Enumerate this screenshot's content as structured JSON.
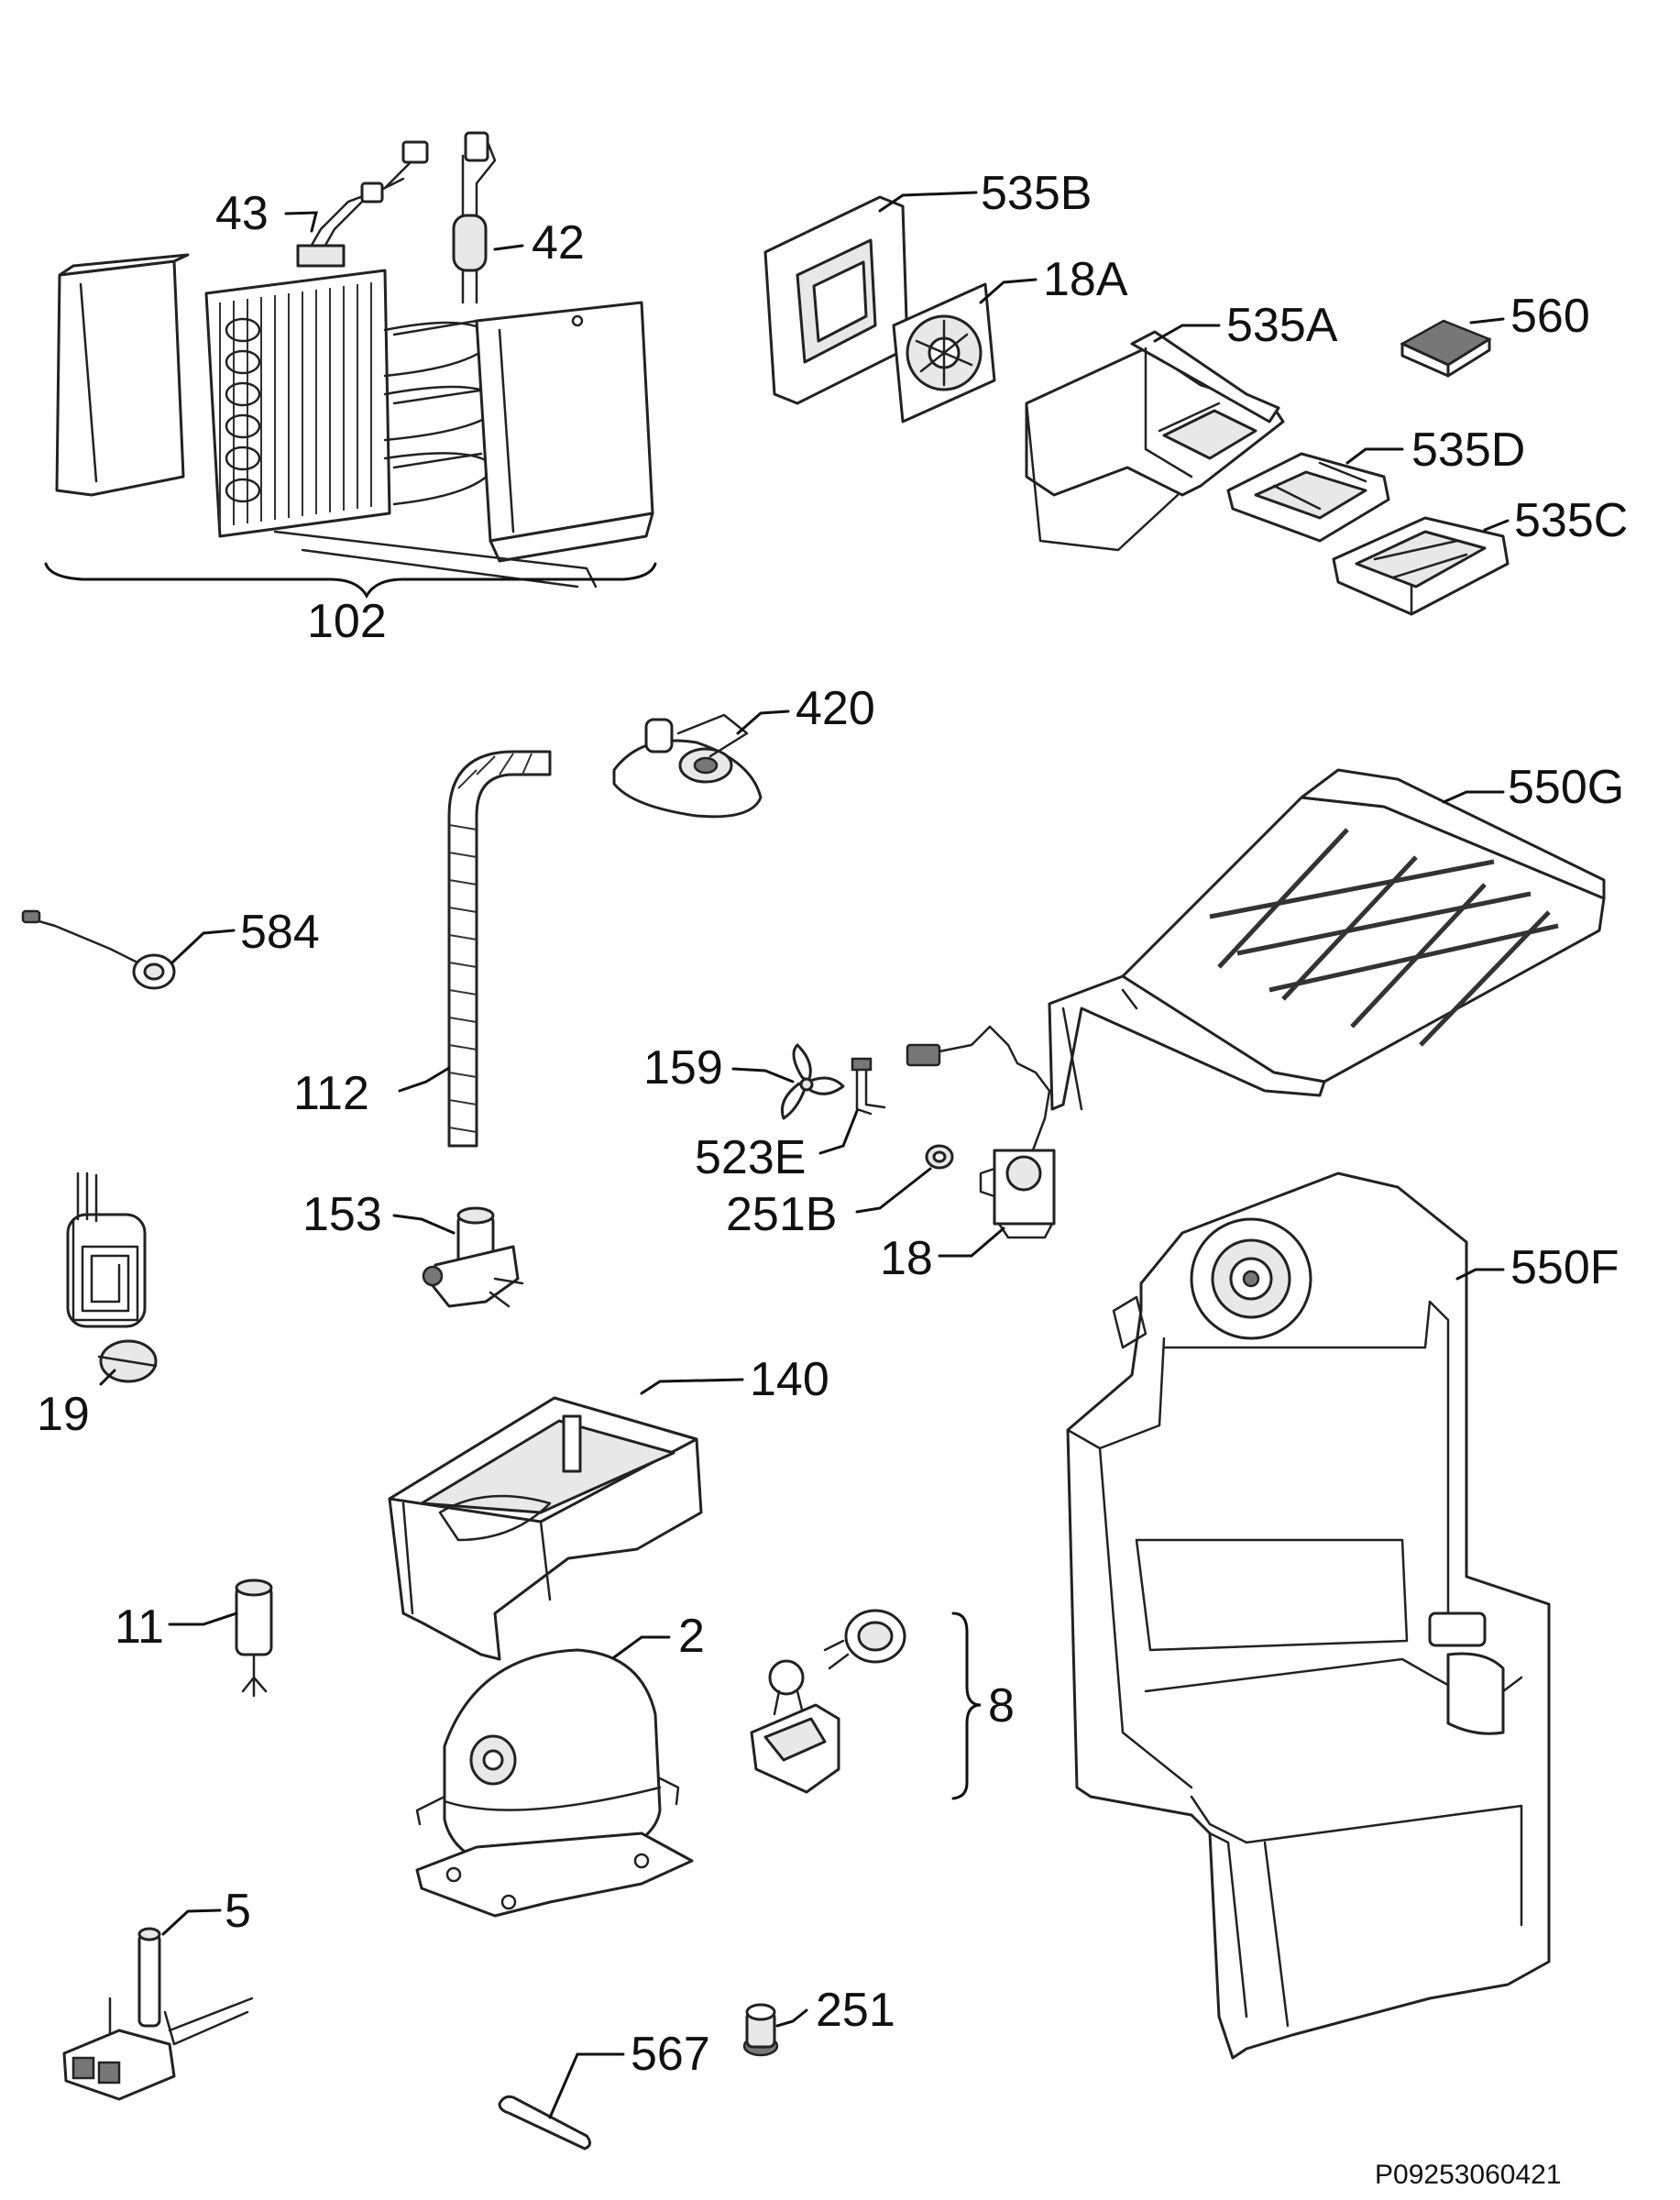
{
  "drawing_code": "P09253060421",
  "labels": {
    "p43": "43",
    "p42": "42",
    "p102": "102",
    "p535b": "535B",
    "p18a": "18A",
    "p535a": "535A",
    "p560": "560",
    "p535d": "535D",
    "p535c": "535C",
    "p420": "420",
    "p550g": "550G",
    "p584": "584",
    "p112": "112",
    "p159": "159",
    "p523e": "523E",
    "p251b": "251B",
    "p18": "18",
    "p153": "153",
    "p550f": "550F",
    "p19": "19",
    "p140": "140",
    "p11": "11",
    "p2": "2",
    "p8": "8",
    "p5": "5",
    "p251": "251",
    "p567": "567"
  }
}
